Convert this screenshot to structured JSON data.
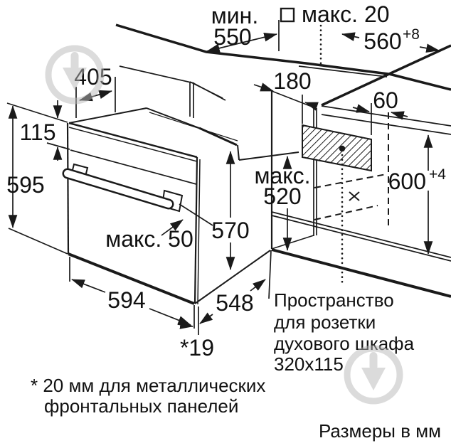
{
  "diagram": {
    "dims": {
      "min_wall_prefix": "мин.",
      "min_wall_value": "550",
      "max_top_gap": "макс. 20",
      "niche_width": "560",
      "niche_width_tolerance": "+8",
      "top_depth": "405",
      "control_panel_height": "115",
      "oven_height": "595",
      "socket_offset_front": "180",
      "socket_offset_side": "60",
      "max_depth_prefix": "макс.",
      "max_depth_value": "520",
      "body_height": "570",
      "niche_height": "600",
      "niche_height_tolerance": "+4",
      "max_handle_depth": "макс. 50",
      "oven_width": "594",
      "body_depth": "548",
      "front_offset": "*19"
    },
    "socket_note_lines": [
      "Пространство",
      "для розетки",
      "духового шкафа",
      "320x115"
    ],
    "footnote_lines": [
      "* 20 мм для металлических",
      "фронтальных панелей"
    ],
    "units_note": "Размеры в мм"
  }
}
